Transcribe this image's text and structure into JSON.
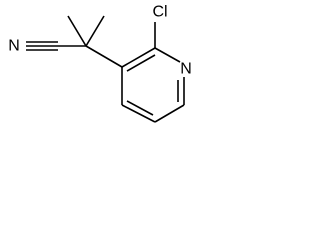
{
  "molecule": {
    "atoms": {
      "nitrogen_nitrile": "N",
      "chlorine": "Cl",
      "nitrogen_ring": "N"
    }
  }
}
